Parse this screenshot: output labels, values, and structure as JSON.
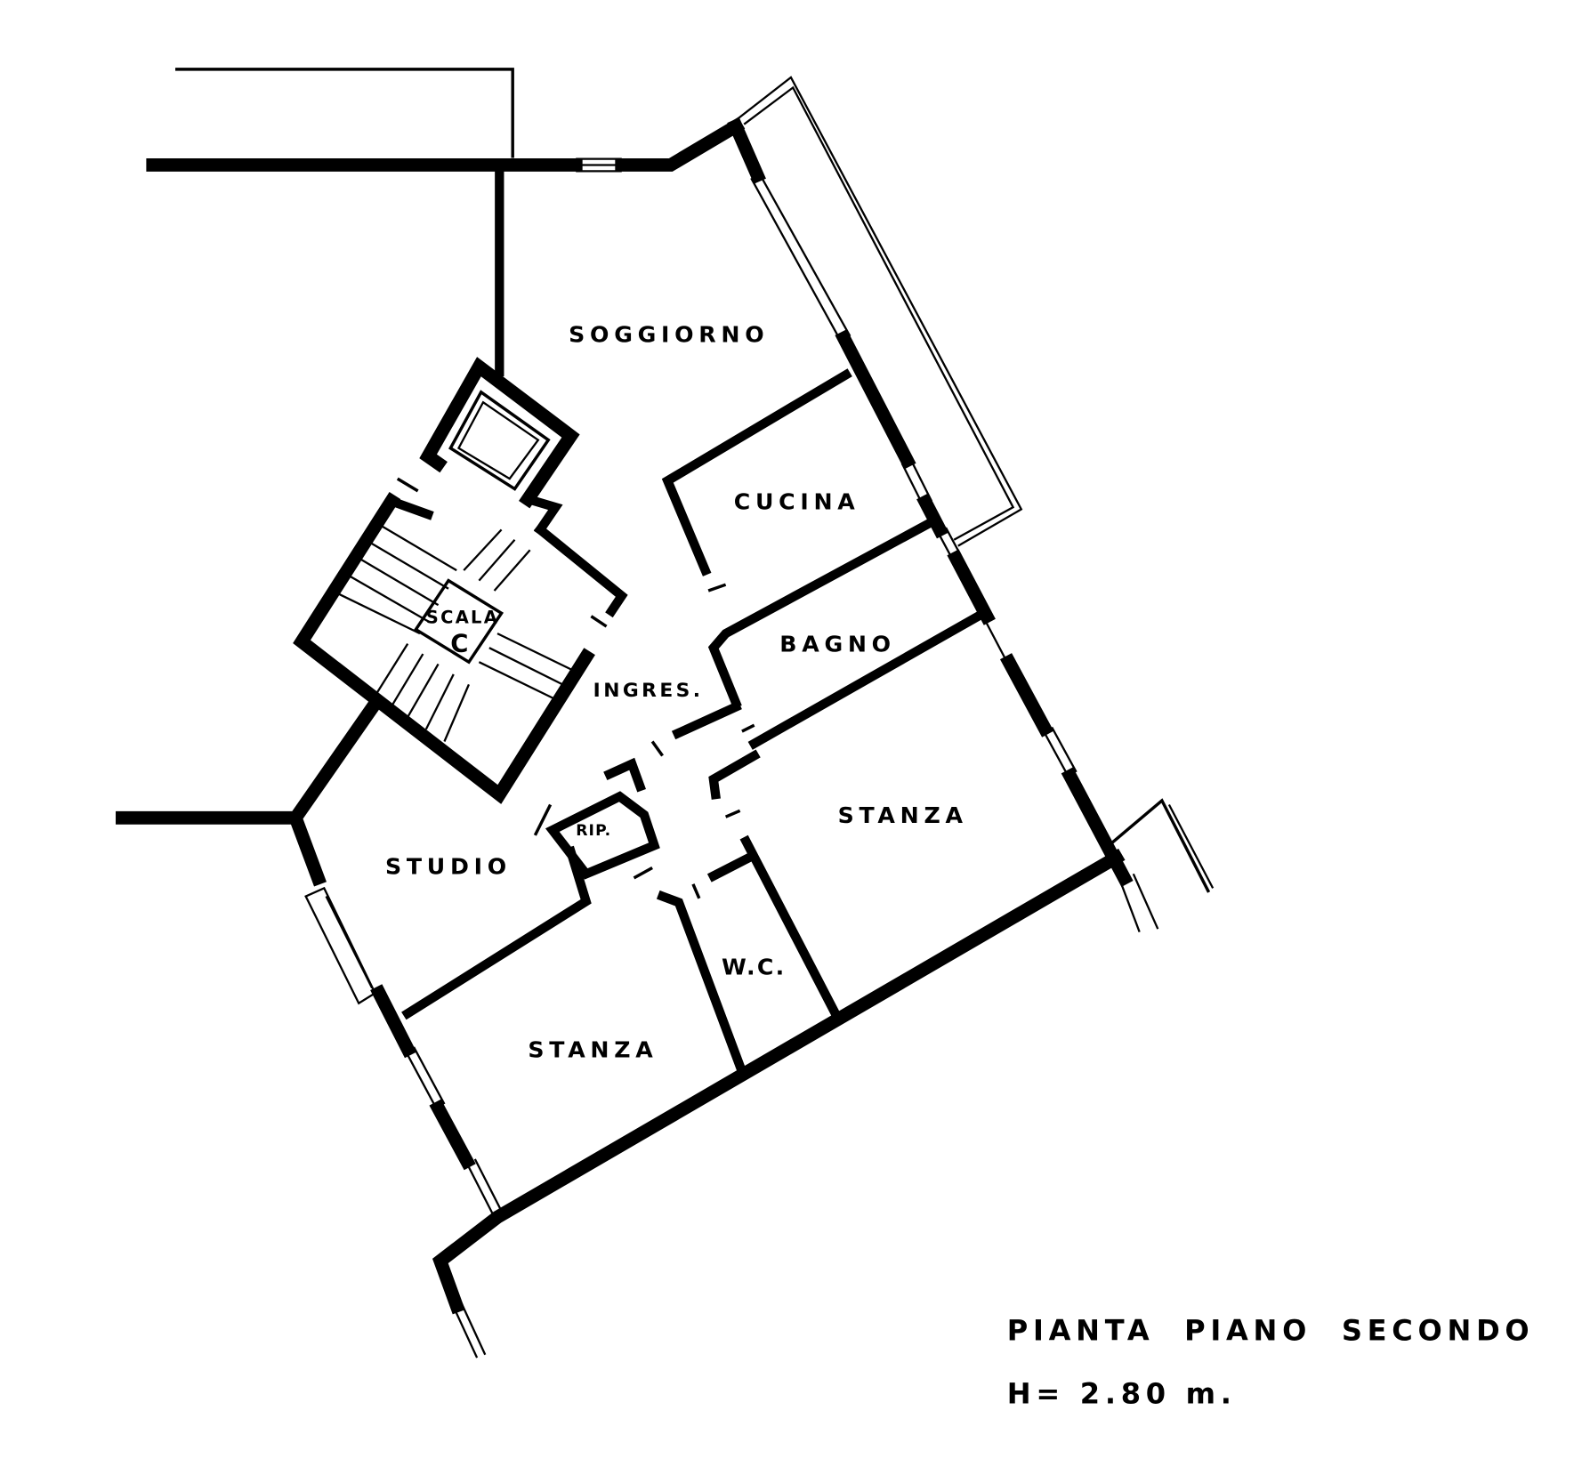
{
  "rooms": {
    "soggiorno": "SOGGIORNO",
    "cucina": "CUCINA",
    "bagno": "BAGNO",
    "ingresso": "INGRES.",
    "stanza_east": "STANZA",
    "studio": "STUDIO",
    "ripostiglio": "RIP.",
    "wc": "W.C.",
    "stanza_south": "STANZA",
    "scala": "SCALA",
    "scala_letter": "C"
  },
  "caption": {
    "title": "PIANTA  PIANO  SECONDO",
    "height": "H= 2.80 m."
  },
  "colors": {
    "ink": "#000000",
    "paper": "#ffffff"
  }
}
